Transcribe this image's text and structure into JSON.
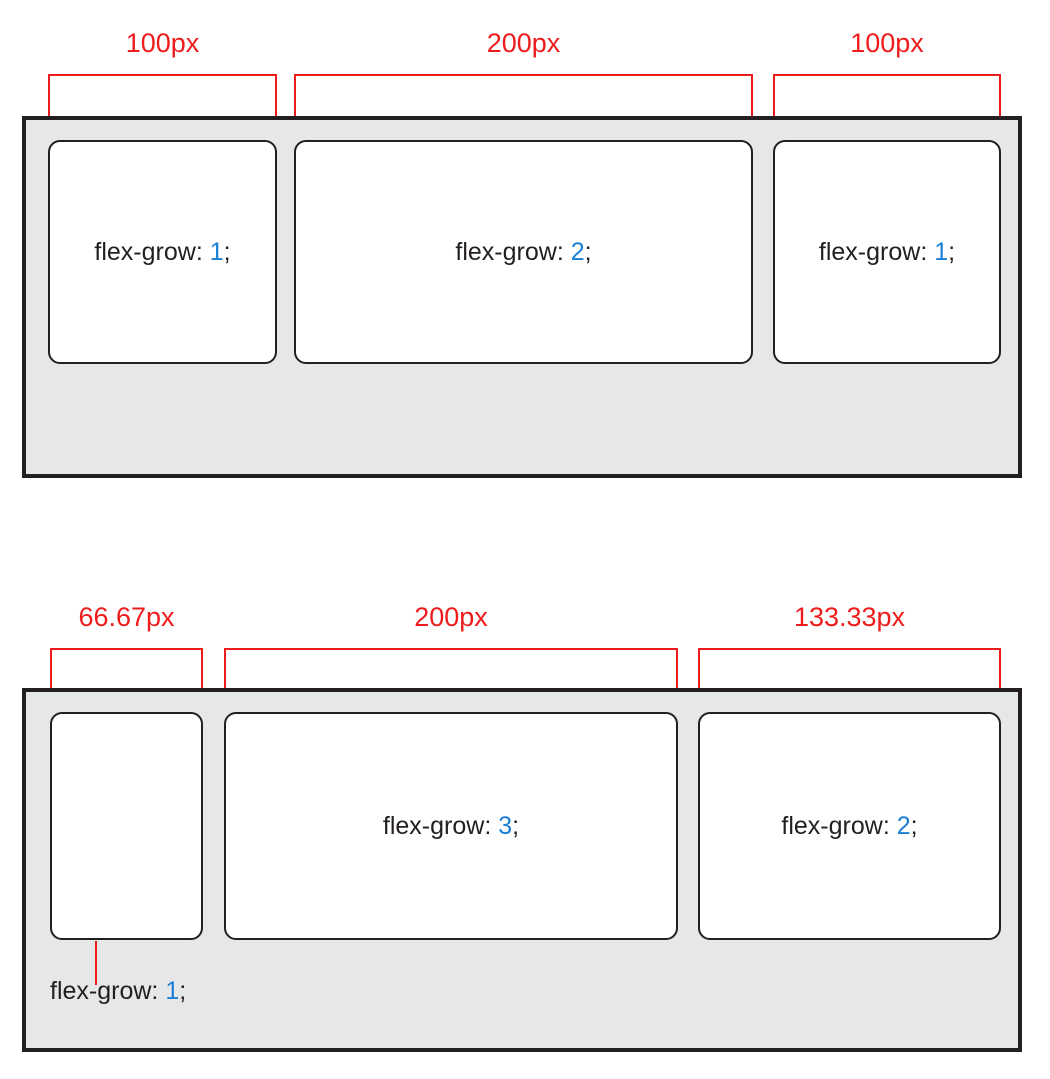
{
  "diagrams": [
    {
      "id": "flex-grow-1-2-1",
      "measurements": [
        {
          "label": "100px"
        },
        {
          "label": "200px"
        },
        {
          "label": "100px"
        }
      ],
      "items": [
        {
          "property": "flex-grow:",
          "value": "1",
          "terminator": ";"
        },
        {
          "property": "flex-grow:",
          "value": "2",
          "terminator": ";"
        },
        {
          "property": "flex-grow:",
          "value": "1",
          "terminator": ";"
        }
      ]
    },
    {
      "id": "flex-grow-1-3-2",
      "measurements": [
        {
          "label": "66.67px"
        },
        {
          "label": "200px"
        },
        {
          "label": "133.33px"
        }
      ],
      "items": [
        {
          "property": "flex-grow:",
          "value": "1",
          "terminator": ";"
        },
        {
          "property": "flex-grow:",
          "value": "3",
          "terminator": ";"
        },
        {
          "property": "flex-grow:",
          "value": "2",
          "terminator": ";"
        }
      ]
    }
  ],
  "colors": {
    "measurement_red": "#ee1c1c",
    "value_blue": "#1a7fd4",
    "container_fill": "#e5e7e8",
    "border_dark": "#231f20",
    "item_fill": "#ffffff"
  }
}
